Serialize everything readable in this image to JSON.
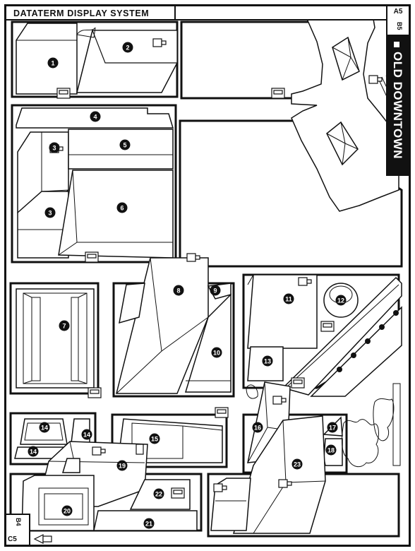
{
  "header": {
    "title": "DATATERM DISPLAY SYSTEM",
    "grid_top_right": "A5",
    "grid_right_sub": "B5",
    "grid_bottom_left": "B4",
    "grid_bottom_left_sub": "C5"
  },
  "sidebar": {
    "district": "OLD DOWNTOWN"
  },
  "colors": {
    "ink": "#111111",
    "paper": "#ffffff"
  },
  "buildings": [
    "1",
    "2",
    "3",
    "3",
    "4",
    "5",
    "6",
    "7",
    "8",
    "9",
    "10",
    "11",
    "12",
    "13",
    "14",
    "14",
    "14",
    "15",
    "16",
    "17",
    "18",
    "19",
    "20",
    "21",
    "22",
    "23"
  ],
  "icons": {
    "camera": "security-camera-icon",
    "terminal": "dataterm-terminal-icon",
    "arrow": "arrow-icon"
  }
}
